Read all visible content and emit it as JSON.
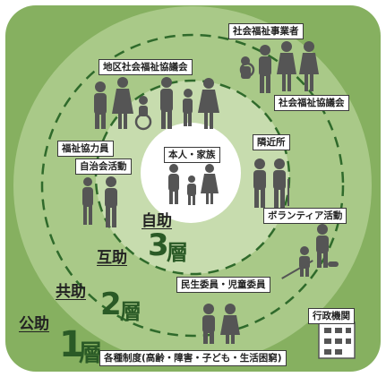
{
  "labels": {
    "center": "本人・家族",
    "district_council": "地区社会福祉協議会",
    "welfare_providers": "社会福祉事業者",
    "social_welfare_council": "社会福祉協議会",
    "welfare_cooperator": "福祉協力員",
    "neighborhood_association": "自治会活動",
    "neighbors": "隣近所",
    "volunteer": "ボランティア活動",
    "commissioners": "民生委員・児童委員",
    "government": "行政機関",
    "systems": "各種制度(高齢・障害・子ども・生活困窮)"
  },
  "tiers": [
    {
      "name": "自助",
      "number": "3",
      "unit": "層"
    },
    {
      "name": "互助",
      "number": "",
      "unit": ""
    },
    {
      "name": "共助",
      "number": "2",
      "unit": "層"
    },
    {
      "name": "公助",
      "number": "1",
      "unit": "層"
    }
  ],
  "colors": {
    "outer": "#86b060",
    "middle": "#a9c988",
    "inner": "#c7dcae",
    "center": "#ffffff",
    "figure": "#555555",
    "dash": "#2f6a2b"
  }
}
